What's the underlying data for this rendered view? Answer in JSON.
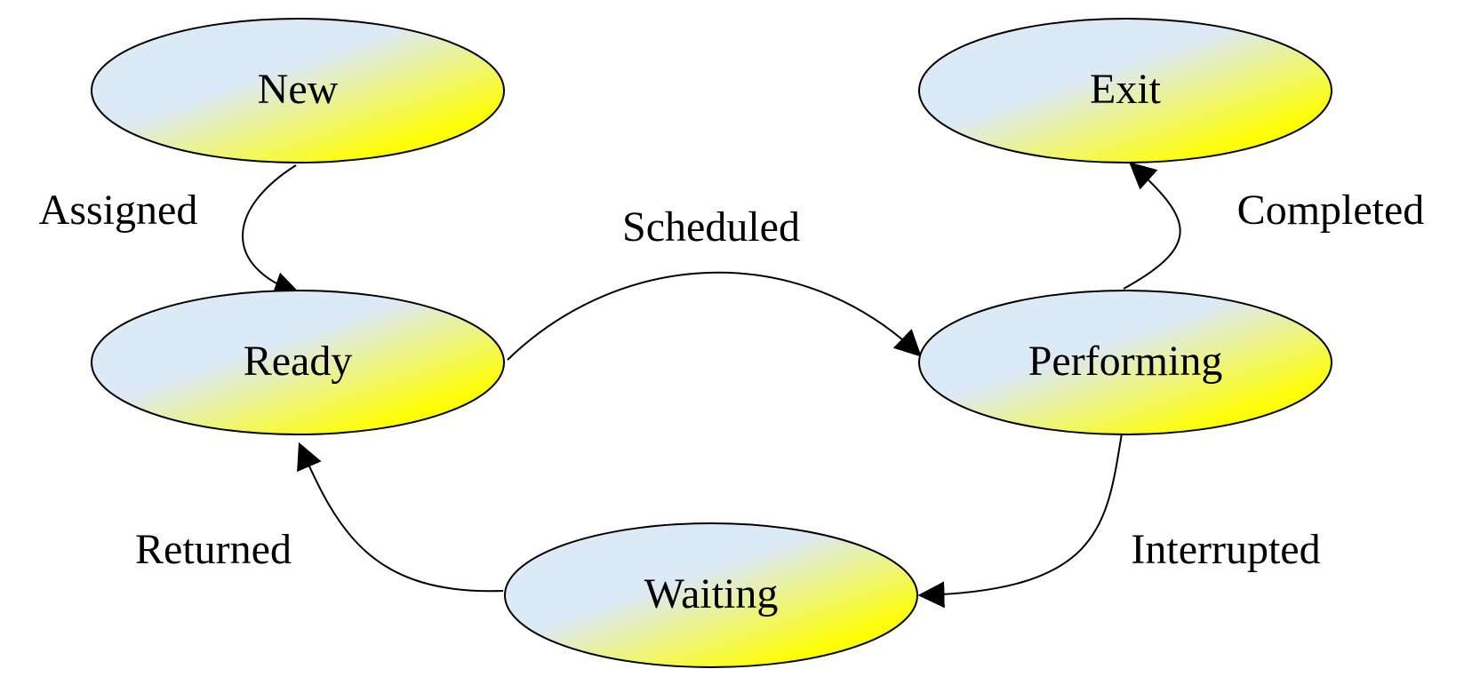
{
  "colors": {
    "node_fill_light": "#dce9f7",
    "node_fill_dark": "#ffff00",
    "stroke": "#000000"
  },
  "states": {
    "new": "New",
    "exit": "Exit",
    "ready": "Ready",
    "performing": "Performing",
    "waiting": "Waiting"
  },
  "transitions": {
    "assigned": "Assigned",
    "scheduled": "Scheduled",
    "completed": "Completed",
    "interrupted": "Interrupted",
    "returned": "Returned"
  }
}
